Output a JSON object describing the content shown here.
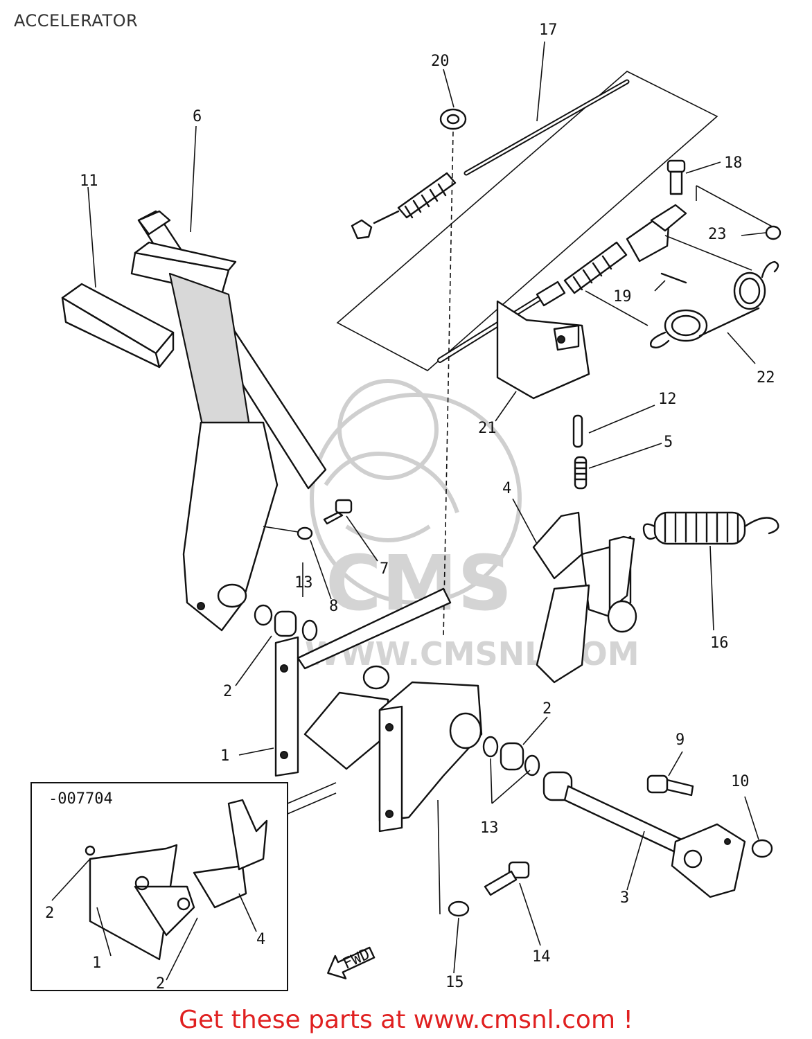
{
  "header": {
    "title": "ACCELERATOR"
  },
  "footer": {
    "text": "Get these parts at www.cmsnl.com !"
  },
  "watermark": {
    "brand": "CMS",
    "url": "WWW.CMSNL.COM"
  },
  "inset": {
    "label": "-007704"
  },
  "callouts": [
    "1",
    "2",
    "3",
    "4",
    "5",
    "6",
    "7",
    "8",
    "9",
    "10",
    "11",
    "12",
    "13",
    "14",
    "15",
    "16",
    "17",
    "18",
    "19",
    "20",
    "21",
    "22",
    "23"
  ],
  "arrow": {
    "label": "FWD"
  }
}
